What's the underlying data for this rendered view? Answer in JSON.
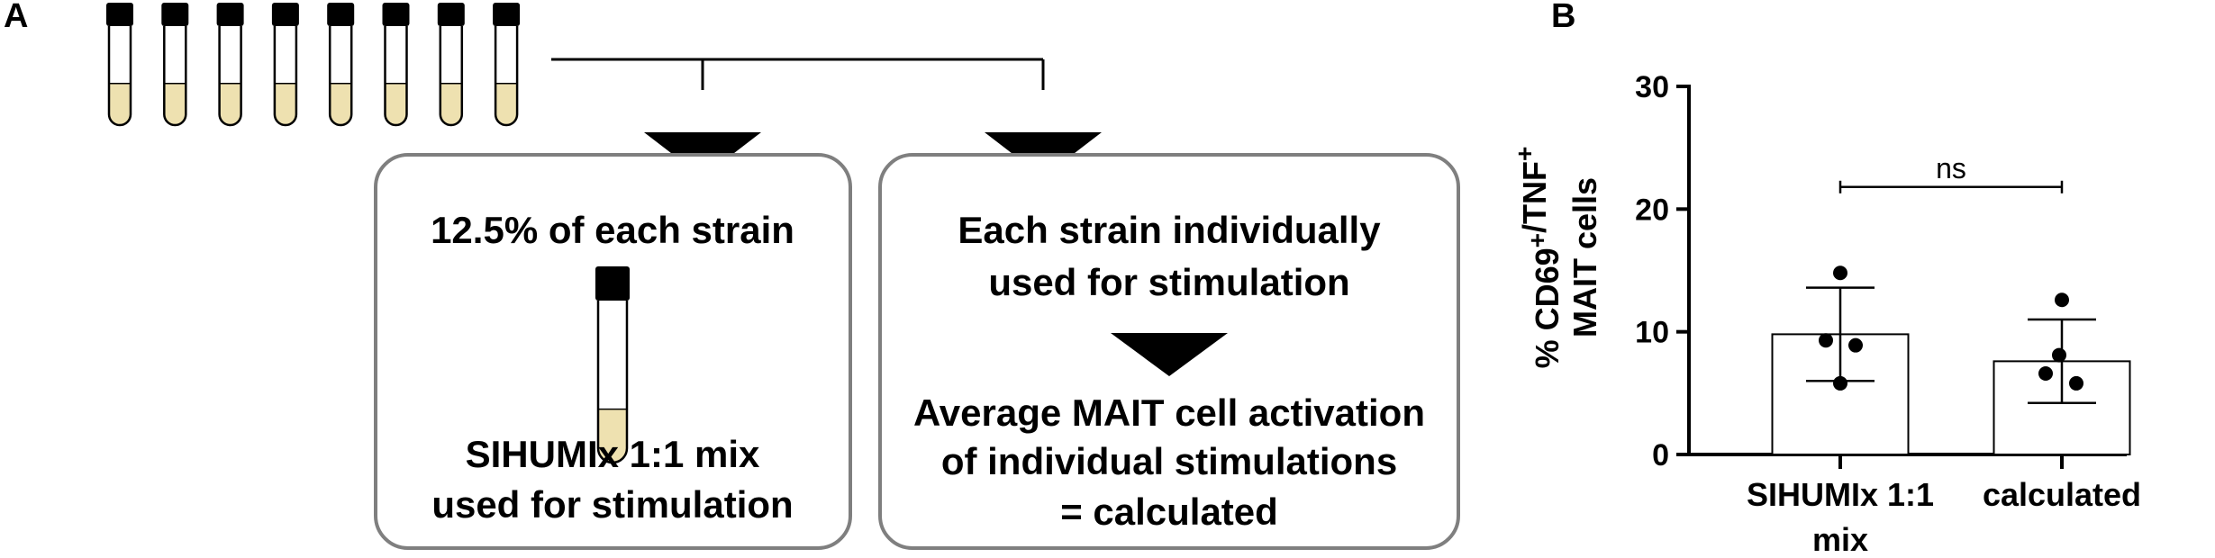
{
  "panels": {
    "a_label": "A",
    "b_label": "B"
  },
  "diagram": {
    "tube_count": 8,
    "fill_color": "#eee1b0",
    "cap_color": "#000000",
    "left_box": {
      "line1": "12.5% of each strain",
      "line2": "SIHUMIx 1:1 mix",
      "line3": "used for stimulation"
    },
    "right_box": {
      "line1": "Each strain individually",
      "line2": "used for stimulation",
      "line3": "Average MAIT cell activation",
      "line4": "of individual stimulations",
      "line5": "= calculated"
    }
  },
  "chart_data": {
    "type": "bar",
    "categories": [
      "SIHUMIx 1:1 mix",
      "calculated"
    ],
    "category_lines": [
      [
        "SIHUMIx 1:1",
        "mix"
      ],
      [
        "calculated"
      ]
    ],
    "values": [
      9.8,
      7.6
    ],
    "sd": [
      3.8,
      3.4
    ],
    "points": [
      [
        14.8,
        9.3,
        8.9,
        5.8
      ],
      [
        12.6,
        8.1,
        6.6,
        5.8
      ]
    ],
    "ylabel_line1": "% CD69+/TNF+",
    "ylabel_line2": "MAIT cells",
    "ylim": [
      0,
      30
    ],
    "yticks": [
      0,
      10,
      20,
      30
    ],
    "significance": "ns",
    "bar_color": "#ffffff",
    "point_color": "#000000"
  }
}
